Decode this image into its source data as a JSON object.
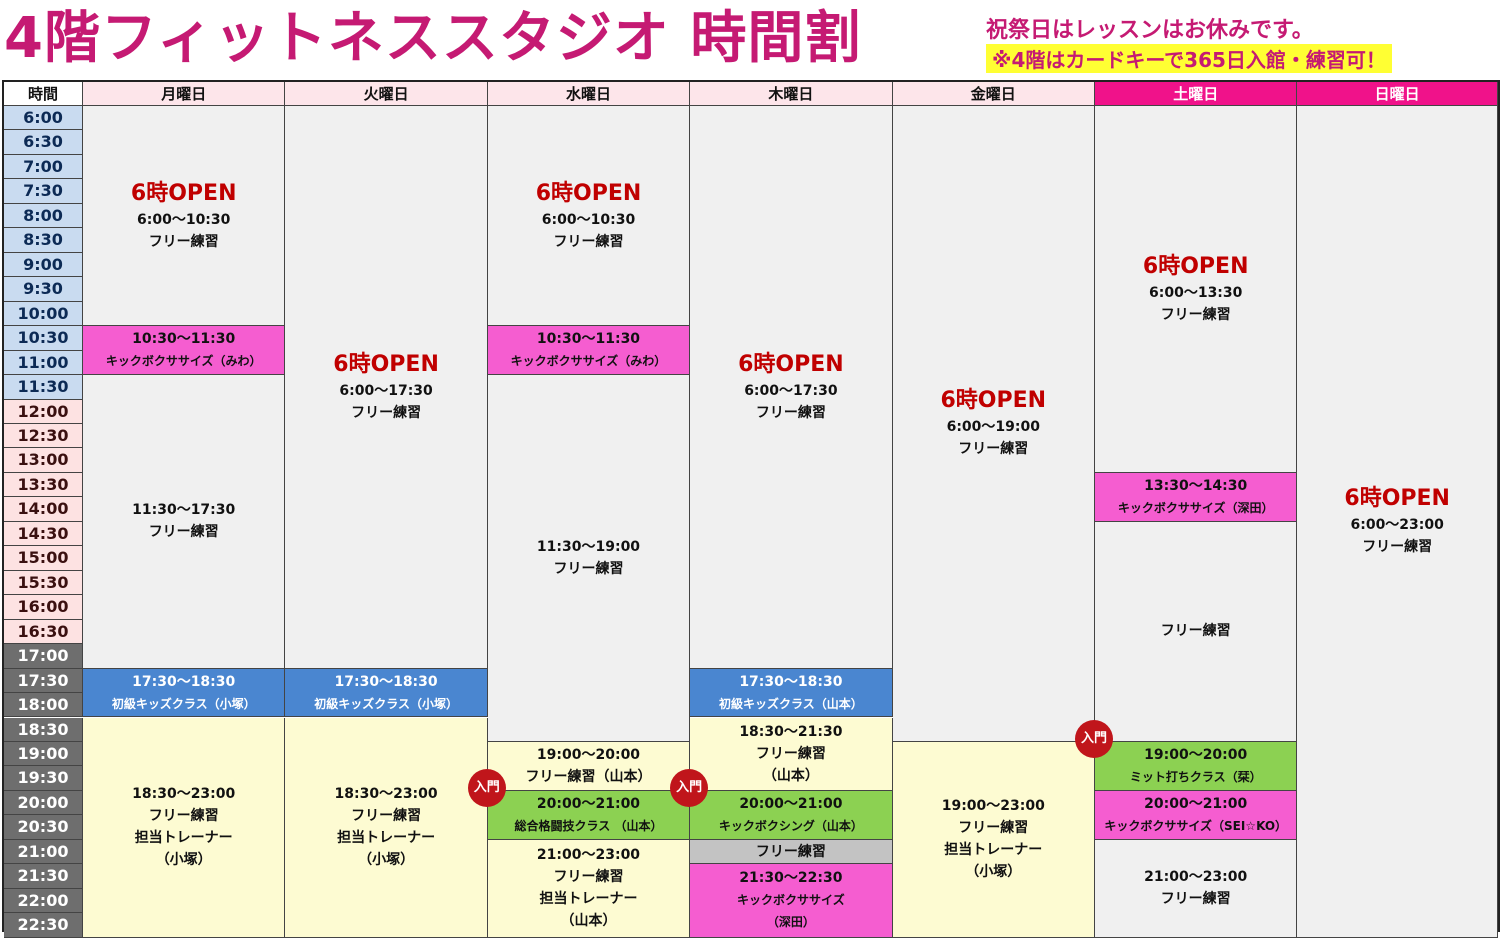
{
  "header": {
    "title": "4階フィットネススタジオ 時間割",
    "notice1": "祝祭日はレッスンはお休みです。",
    "notice2": "※4階はカードキーで365日入館・練習可！"
  },
  "table": {
    "time_header": "時間",
    "days": [
      "月曜日",
      "火曜日",
      "水曜日",
      "木曜日",
      "金曜日",
      "土曜日",
      "日曜日"
    ],
    "times": [
      "6:00",
      "6:30",
      "7:00",
      "7:30",
      "8:00",
      "8:30",
      "9:00",
      "9:30",
      "10:00",
      "10:30",
      "11:00",
      "11:30",
      "12:00",
      "12:30",
      "13:00",
      "13:30",
      "14:00",
      "14:30",
      "15:00",
      "15:30",
      "16:00",
      "16:30",
      "17:00",
      "17:30",
      "18:00",
      "18:30",
      "19:00",
      "19:30",
      "20:00",
      "20:30",
      "21:00",
      "21:30",
      "22:00",
      "22:30"
    ]
  },
  "colors": {
    "title": "#c51a73",
    "free": "#f0f0f0",
    "pink": "#f55dd0",
    "blue": "#4a86d0",
    "green": "#8cd152",
    "yellow": "#fdfbd2",
    "gray": "#c3c3c3",
    "badge": "#c0151b",
    "time_blue": "#c9dbf0",
    "time_pink": "#fde2e2",
    "time_gray": "#6e6e6e"
  },
  "blocks": [
    {
      "day": 0,
      "start": 0,
      "end": 9,
      "kind": "free",
      "lines": [
        "6時OPEN",
        "6:00～10:30",
        "フリー練習"
      ]
    },
    {
      "day": 0,
      "start": 9,
      "end": 11,
      "kind": "pink",
      "lines": [
        "10:30～11:30",
        "キックボクササイズ（みわ）"
      ]
    },
    {
      "day": 0,
      "start": 11,
      "end": 23,
      "kind": "free",
      "lines": [
        "11:30～17:30",
        "フリー練習"
      ]
    },
    {
      "day": 0,
      "start": 23,
      "end": 25,
      "kind": "blue",
      "lines": [
        "17:30～18:30",
        "初級キッズクラス（小塚）"
      ]
    },
    {
      "day": 0,
      "start": 25,
      "end": 34,
      "kind": "yellow",
      "lines": [
        "18:30～23:00",
        "フリー練習",
        "担当トレーナー",
        "（小塚）"
      ]
    },
    {
      "day": 1,
      "start": 0,
      "end": 23,
      "kind": "free",
      "lines": [
        "6時OPEN",
        "6:00～17:30",
        "フリー練習"
      ]
    },
    {
      "day": 1,
      "start": 23,
      "end": 25,
      "kind": "blue",
      "lines": [
        "17:30～18:30",
        "初級キッズクラス（小塚）"
      ]
    },
    {
      "day": 1,
      "start": 25,
      "end": 34,
      "kind": "yellow",
      "lines": [
        "18:30～23:00",
        "フリー練習",
        "担当トレーナー",
        "（小塚）"
      ]
    },
    {
      "day": 2,
      "start": 0,
      "end": 9,
      "kind": "free",
      "lines": [
        "6時OPEN",
        "6:00～10:30",
        "フリー練習"
      ]
    },
    {
      "day": 2,
      "start": 9,
      "end": 11,
      "kind": "pink",
      "lines": [
        "10:30～11:30",
        "キックボクササイズ（みわ）"
      ]
    },
    {
      "day": 2,
      "start": 11,
      "end": 26,
      "kind": "free",
      "lines": [
        "11:30～19:00",
        "フリー練習"
      ]
    },
    {
      "day": 2,
      "start": 26,
      "end": 28,
      "kind": "yellow",
      "lines": [
        "19:00～20:00",
        "フリー練習（山本）"
      ]
    },
    {
      "day": 2,
      "start": 28,
      "end": 30,
      "kind": "green",
      "lines": [
        "20:00～21:00",
        "総合格闘技クラス （山本）"
      ]
    },
    {
      "day": 2,
      "start": 30,
      "end": 34,
      "kind": "yellow",
      "lines": [
        "21:00～23:00",
        "フリー練習",
        "担当トレーナー",
        "（山本）"
      ]
    },
    {
      "day": 3,
      "start": 0,
      "end": 23,
      "kind": "free",
      "lines": [
        "6時OPEN",
        "6:00～17:30",
        "フリー練習"
      ]
    },
    {
      "day": 3,
      "start": 23,
      "end": 25,
      "kind": "blue",
      "lines": [
        "17:30～18:30",
        "初級キッズクラス（山本）"
      ]
    },
    {
      "day": 3,
      "start": 25,
      "end": 28,
      "kind": "yellow",
      "lines": [
        "18:30～21:30",
        "フリー練習",
        "（山本）"
      ]
    },
    {
      "day": 3,
      "start": 28,
      "end": 30,
      "kind": "green",
      "lines": [
        "20:00～21:00",
        "キックボクシング（山本）"
      ]
    },
    {
      "day": 3,
      "start": 30,
      "end": 31,
      "kind": "gray",
      "lines": [
        "フリー練習"
      ]
    },
    {
      "day": 3,
      "start": 31,
      "end": 34,
      "kind": "pink",
      "lines": [
        "21:30～22:30",
        "キックボクササイズ",
        "（深田）"
      ]
    },
    {
      "day": 4,
      "start": 0,
      "end": 26,
      "kind": "free",
      "lines": [
        "6時OPEN",
        "6:00～19:00",
        "フリー練習"
      ]
    },
    {
      "day": 4,
      "start": 26,
      "end": 34,
      "kind": "yellow",
      "lines": [
        "19:00～23:00",
        "フリー練習",
        "担当トレーナー",
        "（小塚）"
      ]
    },
    {
      "day": 5,
      "start": 0,
      "end": 15,
      "kind": "free",
      "lines": [
        "6時OPEN",
        "6:00～13:30",
        "フリー練習"
      ]
    },
    {
      "day": 5,
      "start": 15,
      "end": 17,
      "kind": "pink",
      "lines": [
        "13:30～14:30",
        "キックボクササイズ（深田）"
      ]
    },
    {
      "day": 5,
      "start": 17,
      "end": 26,
      "kind": "free",
      "lines": [
        "フリー練習"
      ]
    },
    {
      "day": 5,
      "start": 26,
      "end": 28,
      "kind": "green",
      "lines": [
        "19:00～20:00",
        "ミット打ちクラス（栞）"
      ]
    },
    {
      "day": 5,
      "start": 28,
      "end": 30,
      "kind": "pink",
      "lines": [
        "20:00～21:00",
        "キックボクササイズ（SEI☆KO）"
      ]
    },
    {
      "day": 5,
      "start": 30,
      "end": 34,
      "kind": "free",
      "lines": [
        "21:00～23:00",
        "フリー練習"
      ]
    },
    {
      "day": 6,
      "start": 0,
      "end": 34,
      "kind": "free",
      "lines": [
        "6時OPEN",
        "6:00～23:00",
        "フリー練習"
      ]
    }
  ],
  "badges": [
    {
      "day": 2,
      "slot": 28,
      "label": "入門"
    },
    {
      "day": 3,
      "slot": 28,
      "label": "入門"
    },
    {
      "day": 5,
      "slot": 26,
      "label": "入門"
    }
  ]
}
